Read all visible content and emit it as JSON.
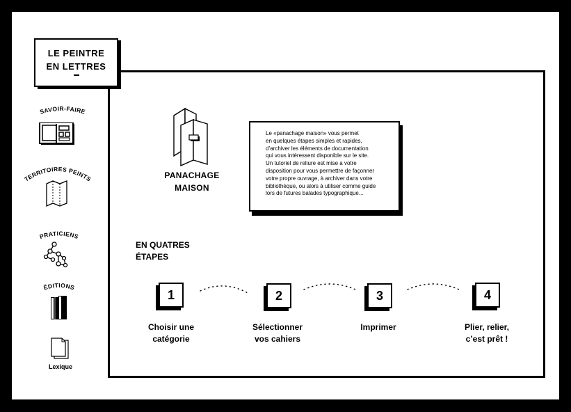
{
  "logo": {
    "line1": "LE PEINTRE",
    "line2": "EN LETTRES"
  },
  "sidebar": {
    "items": [
      {
        "label": "SAVOIR-FAIRE",
        "icon": "book-icon"
      },
      {
        "label": "TERRITOIRES PEINTS",
        "icon": "map-icon"
      },
      {
        "label": "PRATICIENS",
        "icon": "network-icon"
      },
      {
        "label": "ÉDITIONS",
        "icon": "books-icon"
      },
      {
        "label": "Lexique",
        "icon": "pages-icon"
      }
    ]
  },
  "panachage": {
    "title_line1": "PANACHAGE",
    "title_line2": "MAISON",
    "description": [
      "Le «panachage maison» vous permet",
      "en quelques étapes simples et rapides,",
      "d’archiver les éléments de documentation",
      "qui vous intéressent disponible sur le site.",
      "Un tutoriel de reliure est mise a votre",
      "disposition pour vous permettre de façonner",
      "votre propre ouvrage, à archiver dans votre",
      "bibliothèque, ou alors à utiliser comme guide",
      "lors de futures balades typographique..."
    ]
  },
  "steps": {
    "title_line1": "EN QUATRES",
    "title_line2": "ÉTAPES",
    "items": [
      {
        "number": "1",
        "label_line1": "Choisir une",
        "label_line2": "catégorie"
      },
      {
        "number": "2",
        "label_line1": "Sélectionner",
        "label_line2": "vos cahiers"
      },
      {
        "number": "3",
        "label_line1": "Imprimer",
        "label_line2": ""
      },
      {
        "number": "4",
        "label_line1": "Plier, relier,",
        "label_line2": "c’est prêt !"
      }
    ]
  }
}
